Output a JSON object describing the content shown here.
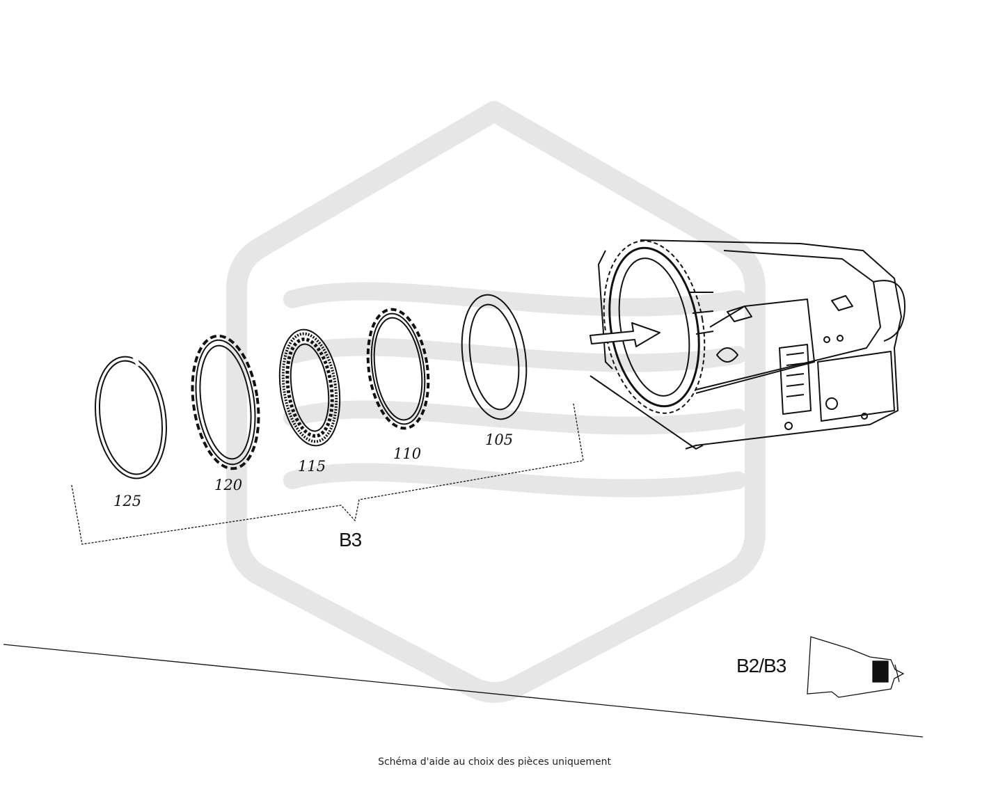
{
  "diagram": {
    "part_labels": {
      "p105": "105",
      "p110": "110",
      "p115": "115",
      "p120": "120",
      "p125": "125"
    },
    "group_label": "B3",
    "locator_label": "B2/B3",
    "watermark_color": "#e6e6e6",
    "line_color": "#111111"
  },
  "caption": "Schéma d'aide au choix des pièces uniquement"
}
